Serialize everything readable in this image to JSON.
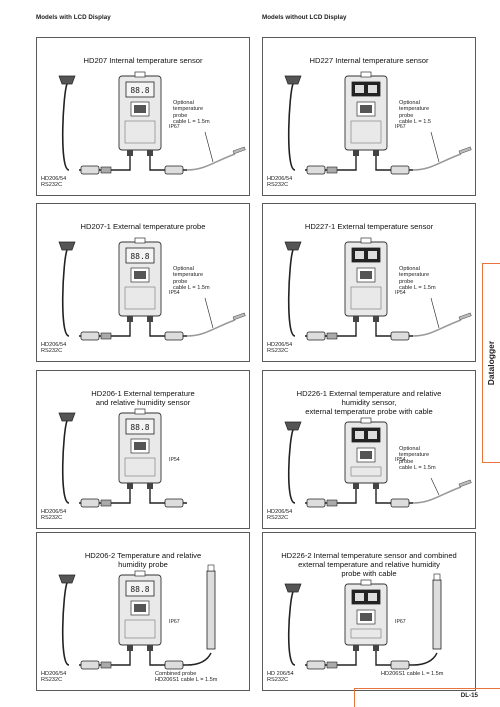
{
  "columns": {
    "left": "Models with LCD Display",
    "right": "Models without LCD Display"
  },
  "panels": {
    "hd207": {
      "title": "HD207 Internal temperature sensor",
      "pc_label": "HD206/54\nRS232C",
      "probe_label": "Optional\ntemperature\nprobe\ncable L = 1.5m",
      "ip": "IP67"
    },
    "hd227": {
      "title": "HD227 Internal temperature sensor",
      "pc_label": "HD206/54\nRS232C",
      "probe_label": "Optional\ntemperature\nprobe\ncable L = 1.5",
      "ip": "IP67"
    },
    "hd207_1": {
      "title": "HD207-1 External temperature probe",
      "pc_label": "HD206/54\nRS232C",
      "probe_label": "Optional\ntemperature\nprobe\ncable L = 1.5m",
      "ip": "IP54"
    },
    "hd227_1": {
      "title": "HD227-1 External temperature sensor",
      "pc_label": "HD206/54\nRS232C",
      "probe_label": "Optional\ntemperature\nprobe\ncable L = 1.5m",
      "ip": "IP54"
    },
    "hd206_1": {
      "title": "HD206-1 External temperature\nand relative humidity sensor",
      "pc_label": "HD206/54\nRS232C",
      "ip": "IP54"
    },
    "hd226_1": {
      "title": "HD226-1 External temperature and relative\nhumidity sensor,\nexternal temperature probe with cable",
      "pc_label": "HD206/54\nRS232C",
      "probe_label": "Optional\ntemperature\nprobe\ncable L = 1.5m",
      "ip": "IP54"
    },
    "hd206_2": {
      "title": "HD206-2 Temperature and relative\nhumidity probe",
      "pc_label": "HD206/54\nRS232C",
      "probe_label": "Combined probe\nHD206S1 cable L = 1.5m",
      "ip": "IP67"
    },
    "hd226_2": {
      "title": "HD226-2 Internal temperature sensor and combined\nexternal temperature and relative humidity\nprobe with cable",
      "pc_label": "HD 206/54\nRS232C",
      "probe_label": "HD206S1 cable L = 1.5m",
      "ip": "IP67"
    }
  },
  "side_tab": "Datalogger",
  "page_number": "DL-15"
}
